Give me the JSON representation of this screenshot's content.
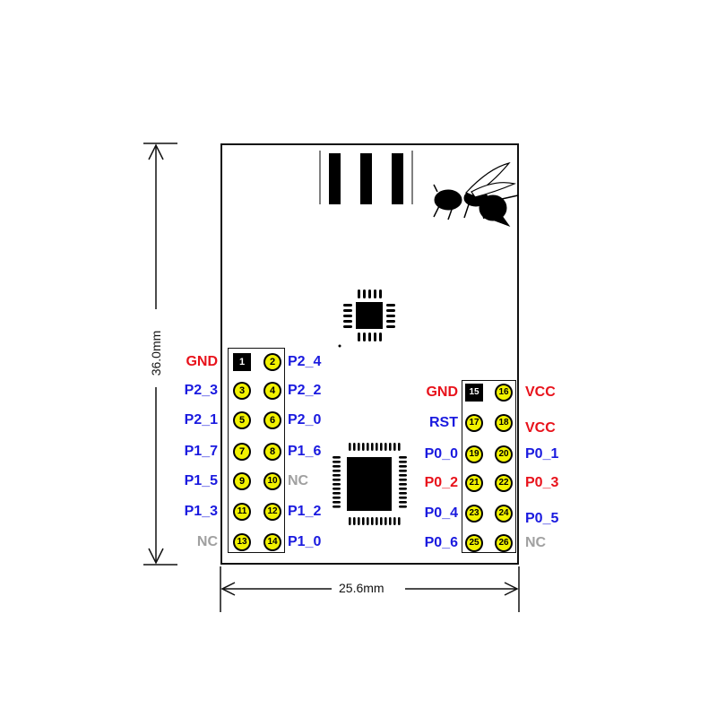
{
  "dimensions": {
    "height": "36.0mm",
    "width": "25.6mm"
  },
  "colors": {
    "gnd": "#e8121b",
    "vcc": "#e8121b",
    "signal": "#1a1adf",
    "nc": "#a0a0a0",
    "pin_fill": "#f2f200"
  },
  "logo": {
    "icon": "wasp-icon"
  },
  "left_header": {
    "pins": [
      {
        "num": "1",
        "label": "GND",
        "kind": "gnd"
      },
      {
        "num": "2",
        "label": "P2_4",
        "kind": "signal"
      },
      {
        "num": "3",
        "label": "P2_3",
        "kind": "signal"
      },
      {
        "num": "4",
        "label": "P2_2",
        "kind": "signal"
      },
      {
        "num": "5",
        "label": "P2_1",
        "kind": "signal"
      },
      {
        "num": "6",
        "label": "P2_0",
        "kind": "signal"
      },
      {
        "num": "7",
        "label": "P1_7",
        "kind": "signal"
      },
      {
        "num": "8",
        "label": "P1_6",
        "kind": "signal"
      },
      {
        "num": "9",
        "label": "P1_5",
        "kind": "signal"
      },
      {
        "num": "10",
        "label": "NC",
        "kind": "nc"
      },
      {
        "num": "11",
        "label": "P1_3",
        "kind": "signal"
      },
      {
        "num": "12",
        "label": "P1_2",
        "kind": "signal"
      },
      {
        "num": "13",
        "label": "NC",
        "kind": "nc"
      },
      {
        "num": "14",
        "label": "P1_0",
        "kind": "signal"
      }
    ]
  },
  "right_header": {
    "pins": [
      {
        "num": "15",
        "label": "GND",
        "kind": "gnd"
      },
      {
        "num": "16",
        "label": "VCC",
        "kind": "vcc"
      },
      {
        "num": "17",
        "label": "RST",
        "kind": "signal"
      },
      {
        "num": "18",
        "label": "VCC",
        "kind": "vcc"
      },
      {
        "num": "19",
        "label": "P0_0",
        "kind": "signal"
      },
      {
        "num": "20",
        "label": "P0_1",
        "kind": "signal"
      },
      {
        "num": "21",
        "label": "P0_2",
        "kind": "gnd"
      },
      {
        "num": "22",
        "label": "P0_3",
        "kind": "gnd"
      },
      {
        "num": "23",
        "label": "P0_4",
        "kind": "signal"
      },
      {
        "num": "24",
        "label": "P0_5",
        "kind": "signal"
      },
      {
        "num": "25",
        "label": "P0_6",
        "kind": "signal"
      },
      {
        "num": "26",
        "label": "NC",
        "kind": "nc"
      }
    ]
  }
}
